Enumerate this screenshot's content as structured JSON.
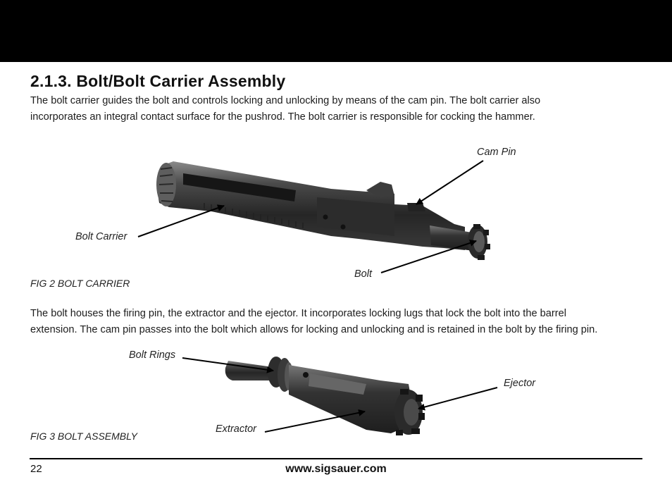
{
  "section": {
    "title": "2.1.3. Bolt/Bolt Carrier Assembly",
    "paragraph1_lines": [
      "The bolt carrier guides the bolt and controls locking and unlocking by means of the cam pin. The bolt carrier also",
      "incorporates an integral contact surface for the pushrod. The bolt carrier is responsible for cocking the hammer."
    ],
    "paragraph2_lines": [
      "The bolt houses the firing pin, the extractor and the ejector. It incorporates locking lugs that lock the bolt into the barrel",
      "extension. The cam pin passes into the bolt which allows for locking and unlocking and is retained in the bolt by the firing pin."
    ]
  },
  "figure2": {
    "caption": "FIG 2 BOLT CARRIER",
    "labels": {
      "cam_pin": "Cam Pin",
      "bolt_carrier": "Bolt Carrier",
      "bolt": "Bolt"
    }
  },
  "figure3": {
    "caption": "FIG 3 BOLT ASSEMBLY",
    "labels": {
      "bolt_rings": "Bolt Rings",
      "ejector": "Ejector",
      "extractor": "Extractor"
    }
  },
  "footer": {
    "page_number": "22",
    "url": "www.sigsauer.com"
  }
}
